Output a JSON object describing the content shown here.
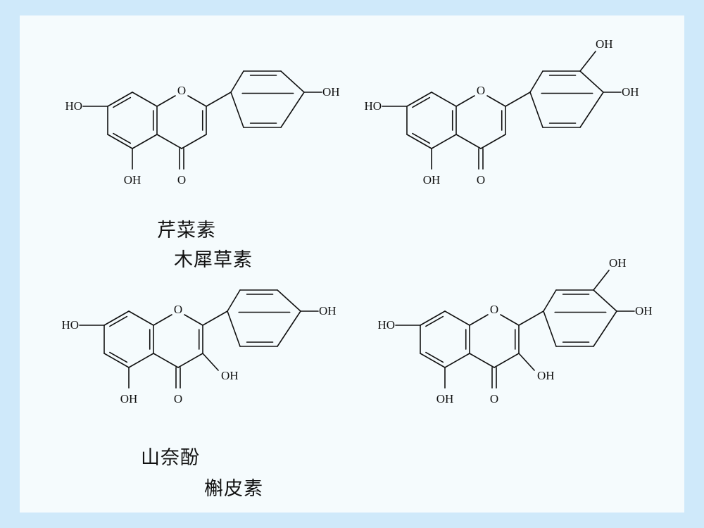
{
  "slide": {
    "background_color": "#cfe9fa",
    "panel_color": "#f5fbfd",
    "line_color": "#111111"
  },
  "names": {
    "apigenin": "芹菜素",
    "luteolin": "木犀草素",
    "kaempferol": "山奈酚",
    "quercetin": "槲皮素"
  },
  "atom_labels": {
    "hydroxyl": "OH",
    "hydroxyl_left": "HO",
    "ring_oxygen": "O",
    "carbonyl_oxygen": "O"
  },
  "structures": [
    {
      "id": "apigenin",
      "b_ring_hydroxyls": [
        "4'"
      ],
      "c3_hydroxyl": false
    },
    {
      "id": "luteolin",
      "b_ring_hydroxyls": [
        "3'",
        "4'"
      ],
      "c3_hydroxyl": false
    },
    {
      "id": "kaempferol",
      "b_ring_hydroxyls": [
        "4'"
      ],
      "c3_hydroxyl": true
    },
    {
      "id": "quercetin",
      "b_ring_hydroxyls": [
        "3'",
        "4'"
      ],
      "c3_hydroxyl": true
    }
  ]
}
